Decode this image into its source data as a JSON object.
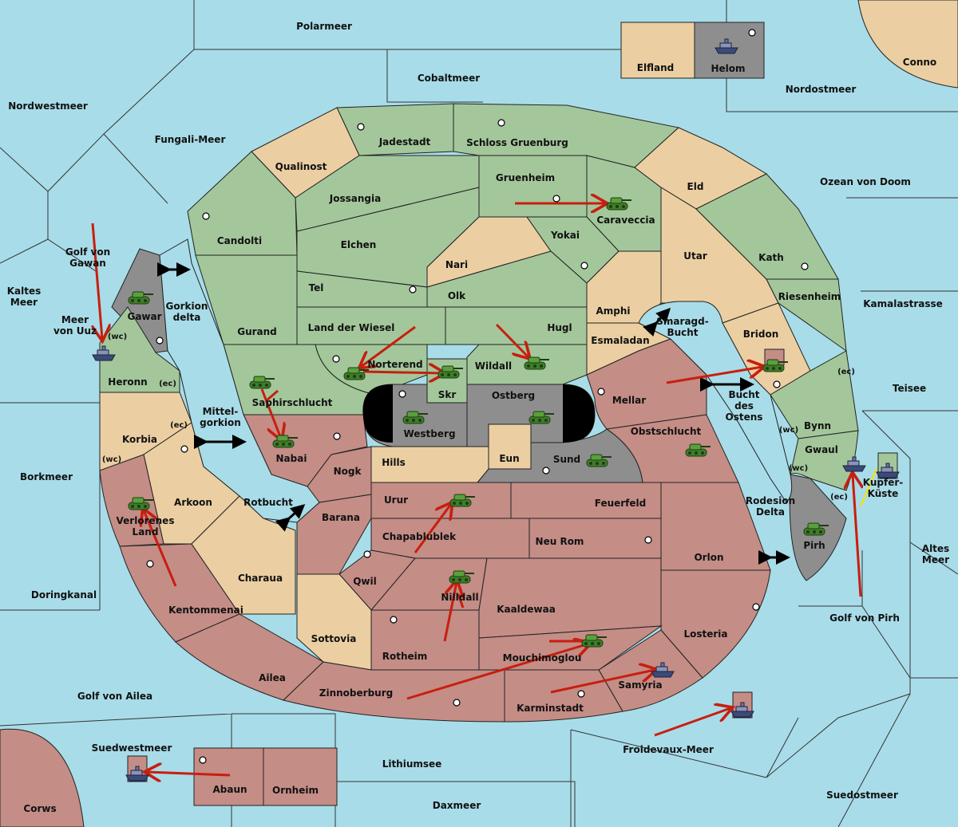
{
  "colors": {
    "sea": "#a8dce8",
    "green": "#a3c79b",
    "tan": "#ebcfa2",
    "red": "#c48d86",
    "grey": "#8e8e8e",
    "order_arrow": "#c81e0f",
    "border": "#222222"
  },
  "labels": [
    {
      "id": "polarmeer",
      "text": "Polarmeer",
      "kind": "sea"
    },
    {
      "id": "cobaltmeer",
      "text": "Cobaltmeer",
      "kind": "sea"
    },
    {
      "id": "nordwestmeer",
      "text": "Nordwestmeer",
      "kind": "sea"
    },
    {
      "id": "nordostmeer",
      "text": "Nordostmeer",
      "kind": "sea"
    },
    {
      "id": "conno",
      "text": "Conno",
      "kind": "land"
    },
    {
      "id": "elfland",
      "text": "Elfland",
      "kind": "land"
    },
    {
      "id": "helom",
      "text": "Helom",
      "kind": "land"
    },
    {
      "id": "fungali",
      "text": "Fungali-Meer",
      "kind": "sea"
    },
    {
      "id": "ozean-doom",
      "text": "Ozean von Doom",
      "kind": "sea"
    },
    {
      "id": "kaltes-meer",
      "text": "Kaltes\nMeer",
      "kind": "sea"
    },
    {
      "id": "golf-gawan",
      "text": "Golf von\nGawan",
      "kind": "sea"
    },
    {
      "id": "meer-uuz",
      "text": "Meer\nvon Uuz",
      "kind": "sea"
    },
    {
      "id": "kamalastrasse",
      "text": "Kamalastrasse",
      "kind": "sea"
    },
    {
      "id": "teisee",
      "text": "Teisee",
      "kind": "sea"
    },
    {
      "id": "borkmeer",
      "text": "Borkmeer",
      "kind": "sea"
    },
    {
      "id": "altes-meer",
      "text": "Altes\nMeer",
      "kind": "sea"
    },
    {
      "id": "doringkanal",
      "text": "Doringkanal",
      "kind": "sea"
    },
    {
      "id": "golf-pirh",
      "text": "Golf von Pirh",
      "kind": "sea"
    },
    {
      "id": "golf-ailea",
      "text": "Golf von Ailea",
      "kind": "sea"
    },
    {
      "id": "suedwestmeer",
      "text": "Suedwestmeer",
      "kind": "sea"
    },
    {
      "id": "corws",
      "text": "Corws",
      "kind": "land"
    },
    {
      "id": "abaun",
      "text": "Abaun",
      "kind": "land"
    },
    {
      "id": "ornheim",
      "text": "Ornheim",
      "kind": "land"
    },
    {
      "id": "lithiumsee",
      "text": "Lithiumsee",
      "kind": "sea"
    },
    {
      "id": "daxmeer",
      "text": "Daxmeer",
      "kind": "sea"
    },
    {
      "id": "froidevaux",
      "text": "Froidevaux-Meer",
      "kind": "sea"
    },
    {
      "id": "suedostmeer",
      "text": "Suedostmeer",
      "kind": "sea"
    },
    {
      "id": "jadestadt",
      "text": "Jadestadt",
      "kind": "land"
    },
    {
      "id": "schloss-gruenburg",
      "text": "Schloss Gruenburg",
      "kind": "land"
    },
    {
      "id": "qualinost",
      "text": "Qualinost",
      "kind": "land"
    },
    {
      "id": "gruenheim",
      "text": "Gruenheim",
      "kind": "land"
    },
    {
      "id": "eld",
      "text": "Eld",
      "kind": "land"
    },
    {
      "id": "jossangia",
      "text": "Jossangia",
      "kind": "land"
    },
    {
      "id": "caraveccia",
      "text": "Caraveccia",
      "kind": "land"
    },
    {
      "id": "candolti",
      "text": "Candolti",
      "kind": "land"
    },
    {
      "id": "elchen",
      "text": "Elchen",
      "kind": "land"
    },
    {
      "id": "yokai",
      "text": "Yokai",
      "kind": "land"
    },
    {
      "id": "utar",
      "text": "Utar",
      "kind": "land"
    },
    {
      "id": "kath",
      "text": "Kath",
      "kind": "land"
    },
    {
      "id": "nari",
      "text": "Nari",
      "kind": "land"
    },
    {
      "id": "tel",
      "text": "Tel",
      "kind": "land"
    },
    {
      "id": "olk",
      "text": "Olk",
      "kind": "land"
    },
    {
      "id": "riesenheim",
      "text": "Riesenheim",
      "kind": "land"
    },
    {
      "id": "amphi",
      "text": "Amphi",
      "kind": "land"
    },
    {
      "id": "gawar",
      "text": "Gawar",
      "kind": "land"
    },
    {
      "id": "gorkion-delta",
      "text": "Gorkion\ndelta",
      "kind": "sea"
    },
    {
      "id": "gurand",
      "text": "Gurand",
      "kind": "land"
    },
    {
      "id": "land-wiesel",
      "text": "Land der Wiesel",
      "kind": "land"
    },
    {
      "id": "hugl",
      "text": "Hugl",
      "kind": "land"
    },
    {
      "id": "smaragd",
      "text": "Smaragd-\nBucht",
      "kind": "sea"
    },
    {
      "id": "bridon",
      "text": "Bridon",
      "kind": "land"
    },
    {
      "id": "esmaladan",
      "text": "Esmaladan",
      "kind": "land"
    },
    {
      "id": "norterend",
      "text": "Norterend",
      "kind": "land"
    },
    {
      "id": "wildall",
      "text": "Wildall",
      "kind": "land"
    },
    {
      "id": "heronn",
      "text": "Heronn",
      "kind": "land"
    },
    {
      "id": "heronn-ec",
      "text": "(ec)",
      "kind": "coast"
    },
    {
      "id": "uuz-wc",
      "text": "(wc)",
      "kind": "coast"
    },
    {
      "id": "skr",
      "text": "Skr",
      "kind": "land"
    },
    {
      "id": "ostberg",
      "text": "Ostberg",
      "kind": "land"
    },
    {
      "id": "mellar",
      "text": "Mellar",
      "kind": "land"
    },
    {
      "id": "saphirschlucht",
      "text": "Saphirschlucht",
      "kind": "land"
    },
    {
      "id": "bucht-ostens",
      "text": "Bucht\ndes\nOstens",
      "kind": "sea"
    },
    {
      "id": "bynn-ec",
      "text": "(ec)",
      "kind": "coast"
    },
    {
      "id": "mittelgorkion",
      "text": "Mittel-\ngorkion",
      "kind": "sea"
    },
    {
      "id": "korbia",
      "text": "Korbia",
      "kind": "land"
    },
    {
      "id": "korbia-ec",
      "text": "(ec)",
      "kind": "coast"
    },
    {
      "id": "korbia-wc",
      "text": "(wc)",
      "kind": "coast"
    },
    {
      "id": "westberg",
      "text": "Westberg",
      "kind": "land"
    },
    {
      "id": "obstschlucht",
      "text": "Obstschlucht",
      "kind": "land"
    },
    {
      "id": "bynn",
      "text": "Bynn",
      "kind": "land"
    },
    {
      "id": "bynn-wc",
      "text": "(wc)",
      "kind": "coast"
    },
    {
      "id": "gwaul",
      "text": "Gwaul",
      "kind": "land"
    },
    {
      "id": "gwaul-wc",
      "text": "(wc)",
      "kind": "coast"
    },
    {
      "id": "gwaul-ec",
      "text": "(ec)",
      "kind": "coast"
    },
    {
      "id": "nabai",
      "text": "Nabai",
      "kind": "land"
    },
    {
      "id": "hills",
      "text": "Hills",
      "kind": "land"
    },
    {
      "id": "eun",
      "text": "Eun",
      "kind": "land"
    },
    {
      "id": "sund",
      "text": "Sund",
      "kind": "land"
    },
    {
      "id": "nogk",
      "text": "Nogk",
      "kind": "land"
    },
    {
      "id": "arkoon",
      "text": "Arkoon",
      "kind": "land"
    },
    {
      "id": "rotbucht",
      "text": "Rotbucht",
      "kind": "sea"
    },
    {
      "id": "urur",
      "text": "Urur",
      "kind": "land"
    },
    {
      "id": "feuerfeld",
      "text": "Feuerfeld",
      "kind": "land"
    },
    {
      "id": "kupferkueste",
      "text": "Kupfer-\nKüste",
      "kind": "land"
    },
    {
      "id": "rodesion",
      "text": "Rodesion\nDelta",
      "kind": "sea"
    },
    {
      "id": "barana",
      "text": "Barana",
      "kind": "land"
    },
    {
      "id": "verlorenes",
      "text": "Verlorenes\nLand",
      "kind": "land"
    },
    {
      "id": "chapablublek",
      "text": "Chapablublek",
      "kind": "land"
    },
    {
      "id": "neu-rom",
      "text": "Neu Rom",
      "kind": "land"
    },
    {
      "id": "pirh",
      "text": "Pirh",
      "kind": "land"
    },
    {
      "id": "orlon",
      "text": "Orlon",
      "kind": "land"
    },
    {
      "id": "charaua",
      "text": "Charaua",
      "kind": "land"
    },
    {
      "id": "qwil",
      "text": "Qwil",
      "kind": "land"
    },
    {
      "id": "nilldall",
      "text": "Nilldall",
      "kind": "land"
    },
    {
      "id": "kaaldewaa",
      "text": "Kaaldewaa",
      "kind": "land"
    },
    {
      "id": "kentommenai",
      "text": "Kentommenai",
      "kind": "land"
    },
    {
      "id": "losteria",
      "text": "Losteria",
      "kind": "land"
    },
    {
      "id": "sottovia",
      "text": "Sottovia",
      "kind": "land"
    },
    {
      "id": "rotheim",
      "text": "Rotheim",
      "kind": "land"
    },
    {
      "id": "mouchimoglou",
      "text": "Mouchimoglou",
      "kind": "land"
    },
    {
      "id": "ailea",
      "text": "Ailea",
      "kind": "land"
    },
    {
      "id": "samyria",
      "text": "Samyria",
      "kind": "land"
    },
    {
      "id": "zinnoberburg",
      "text": "Zinnoberburg",
      "kind": "land"
    },
    {
      "id": "karminstadt",
      "text": "Karminstadt",
      "kind": "land"
    }
  ],
  "units": [
    {
      "type": "army",
      "owner": "green",
      "at": "Caraveccia"
    },
    {
      "type": "army",
      "owner": "green",
      "at": "Gawar"
    },
    {
      "type": "fleet",
      "owner": "green",
      "at": "Meer von Uuz"
    },
    {
      "type": "army",
      "owner": "green",
      "at": "Saphirschlucht"
    },
    {
      "type": "army",
      "owner": "green",
      "at": "Norterend"
    },
    {
      "type": "army",
      "owner": "green",
      "at": "Skr"
    },
    {
      "type": "army",
      "owner": "green",
      "at": "Wildall"
    },
    {
      "type": "army",
      "owner": "green",
      "at": "Bridon"
    },
    {
      "type": "army",
      "owner": "grey",
      "at": "Westberg"
    },
    {
      "type": "army",
      "owner": "grey",
      "at": "Ostberg"
    },
    {
      "type": "army",
      "owner": "grey",
      "at": "Sund"
    },
    {
      "type": "army",
      "owner": "red",
      "at": "Nabai"
    },
    {
      "type": "army",
      "owner": "red",
      "at": "Obstschlucht"
    },
    {
      "type": "army",
      "owner": "red",
      "at": "Verlorenes Land"
    },
    {
      "type": "army",
      "owner": "red",
      "at": "Urur"
    },
    {
      "type": "army",
      "owner": "red",
      "at": "Nilldall"
    },
    {
      "type": "army",
      "owner": "red",
      "at": "Mouchimoglou"
    },
    {
      "type": "fleet",
      "owner": "red",
      "at": "Samyria"
    },
    {
      "type": "fleet",
      "owner": "red",
      "at": "Froidevaux-Meer"
    },
    {
      "type": "fleet",
      "owner": "red",
      "at": "Suedwestmeer"
    },
    {
      "type": "fleet",
      "owner": "grey",
      "at": "Helom"
    },
    {
      "type": "fleet",
      "owner": "grey",
      "at": "Gwaul"
    },
    {
      "type": "fleet",
      "owner": "grey",
      "at": "Kupfer-Küste"
    },
    {
      "type": "army",
      "owner": "grey",
      "at": "Pirh"
    }
  ]
}
